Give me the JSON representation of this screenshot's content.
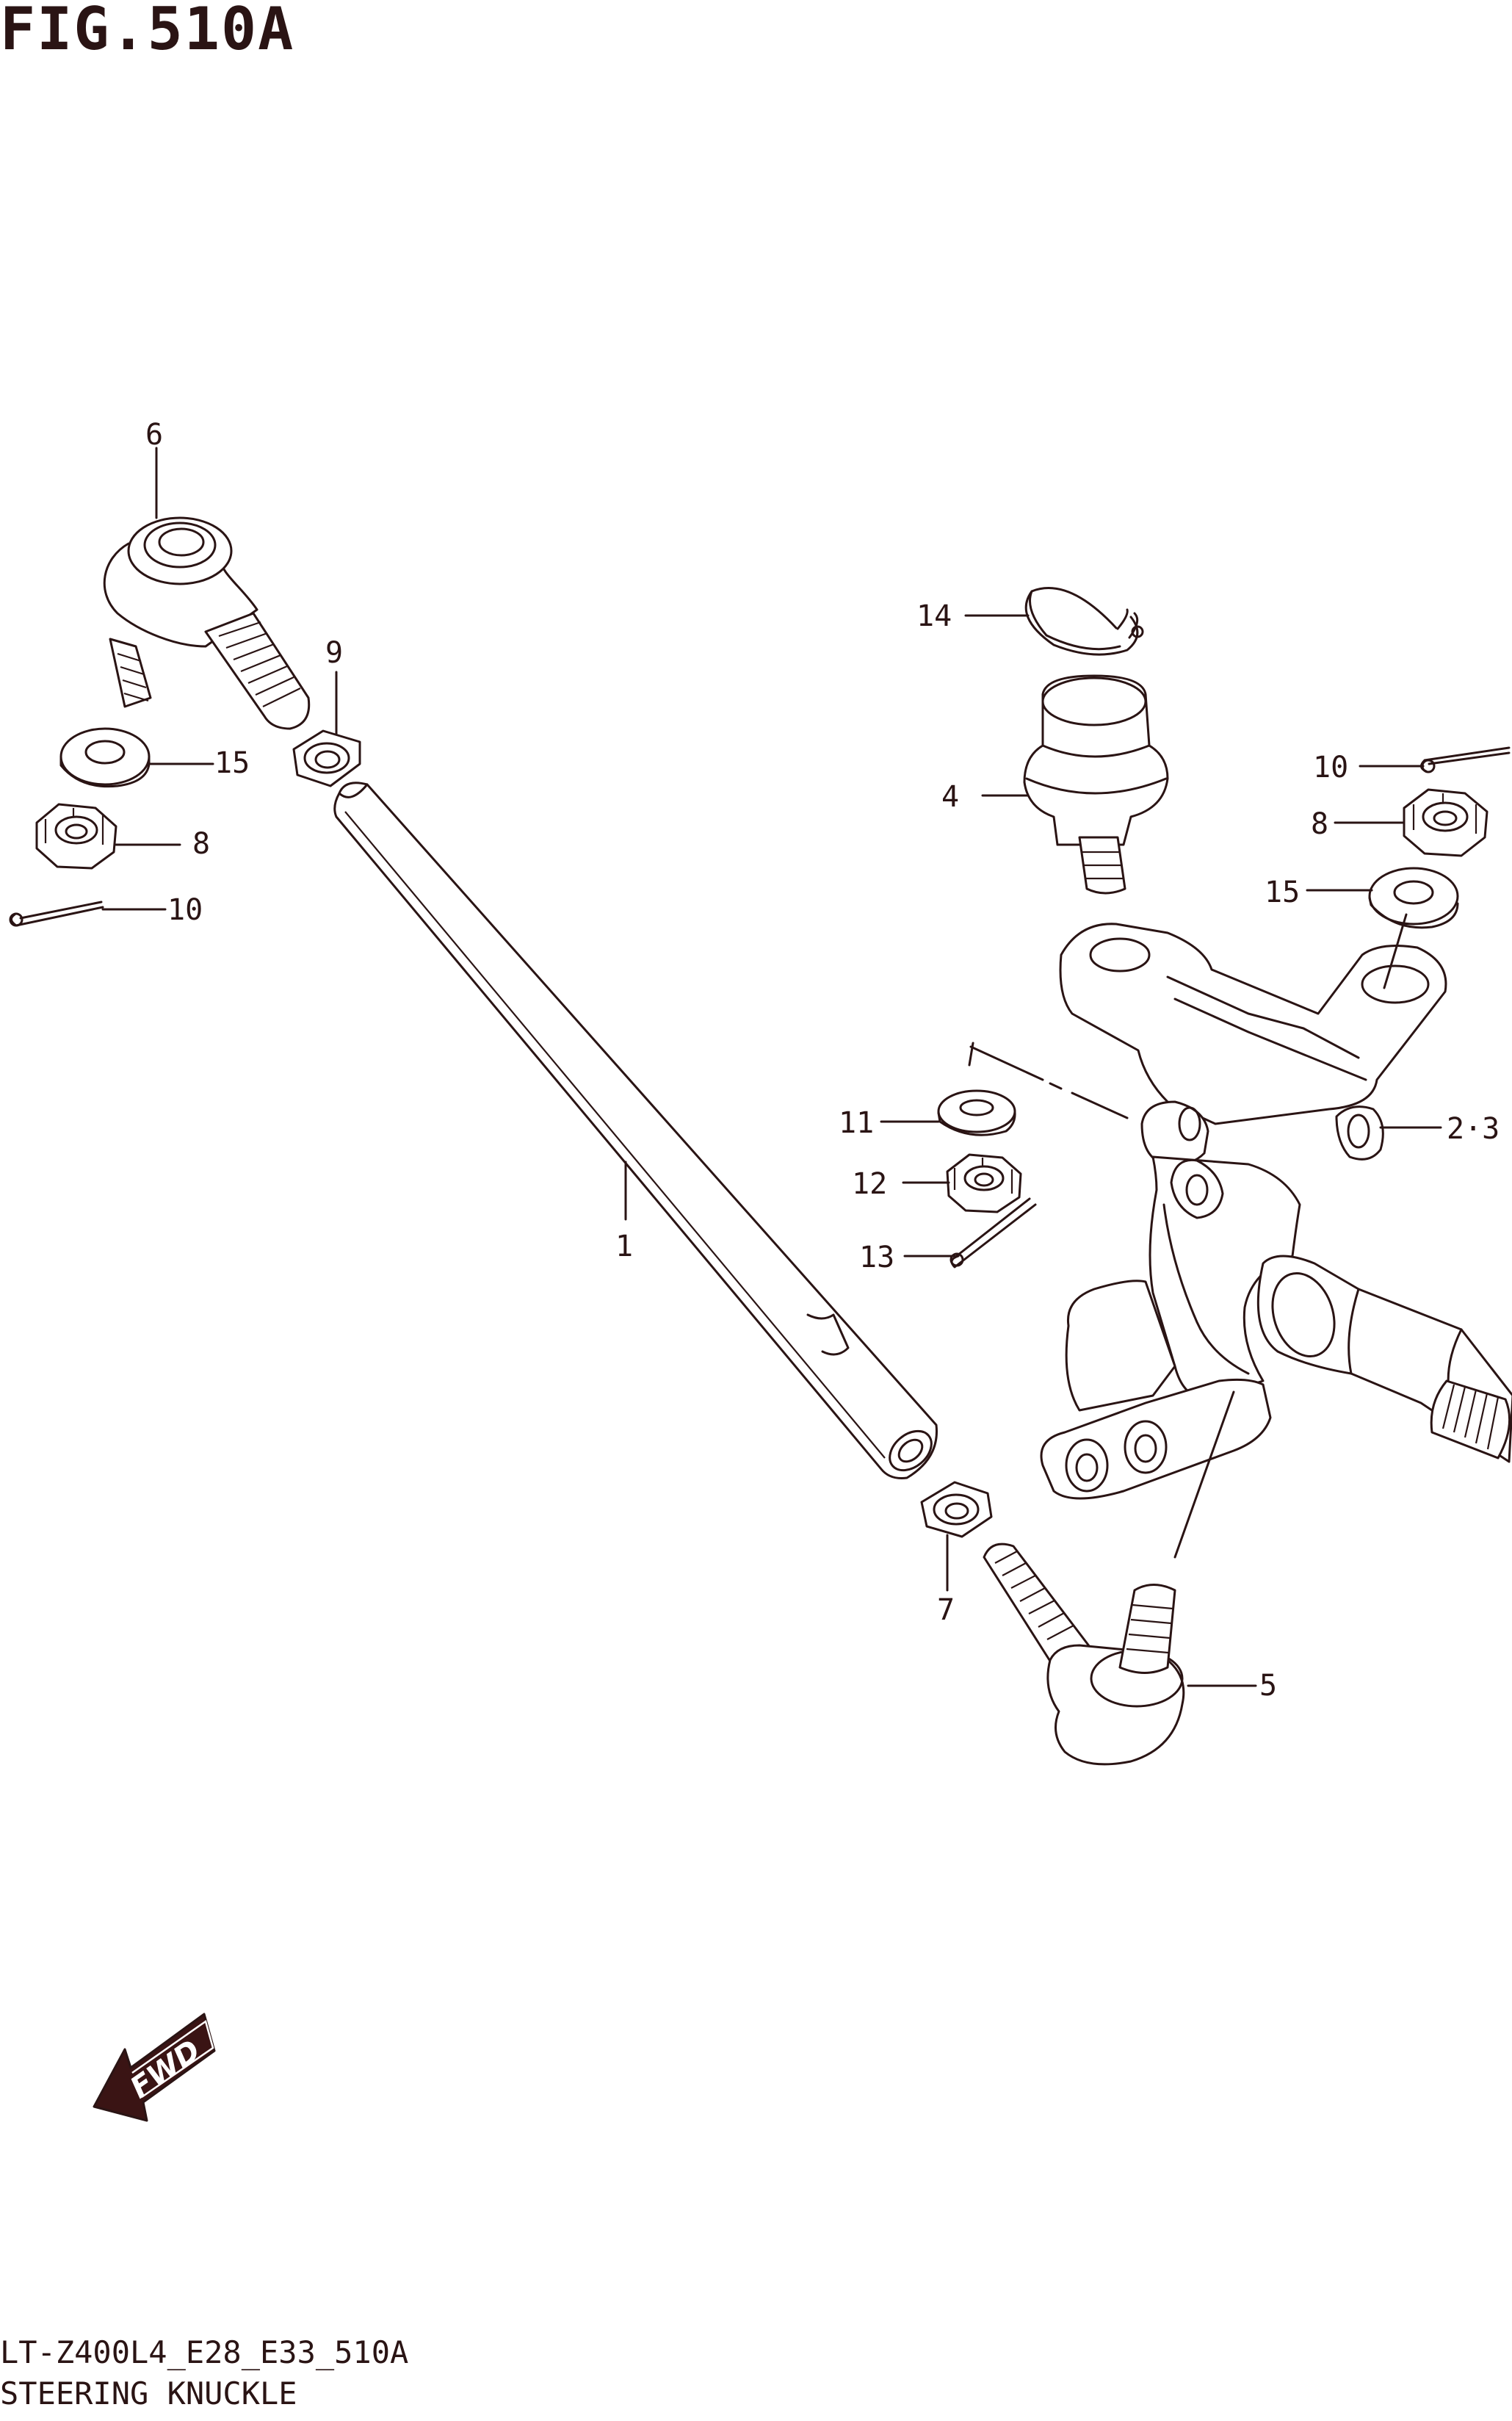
{
  "figure": {
    "title": "FIG.510A",
    "model_code": "LT-Z400L4_E28_E33_510A",
    "section_name": "STEERING KNUCKLE"
  },
  "callouts": {
    "c1": "1",
    "c23": "2·3",
    "c4": "4",
    "c5": "5",
    "c6": "6",
    "c7": "7",
    "c8_left": "8",
    "c8_right": "8",
    "c9": "9",
    "c10_left": "10",
    "c10_right": "10",
    "c11": "11",
    "c12": "12",
    "c13": "13",
    "c14": "14",
    "c15_left": "15",
    "c15_right": "15"
  },
  "fwd_badge": {
    "label": "FWD",
    "icon": "fwd-arrow-icon"
  },
  "colors": {
    "ink": "#2a1414",
    "background": "#ffffff"
  }
}
